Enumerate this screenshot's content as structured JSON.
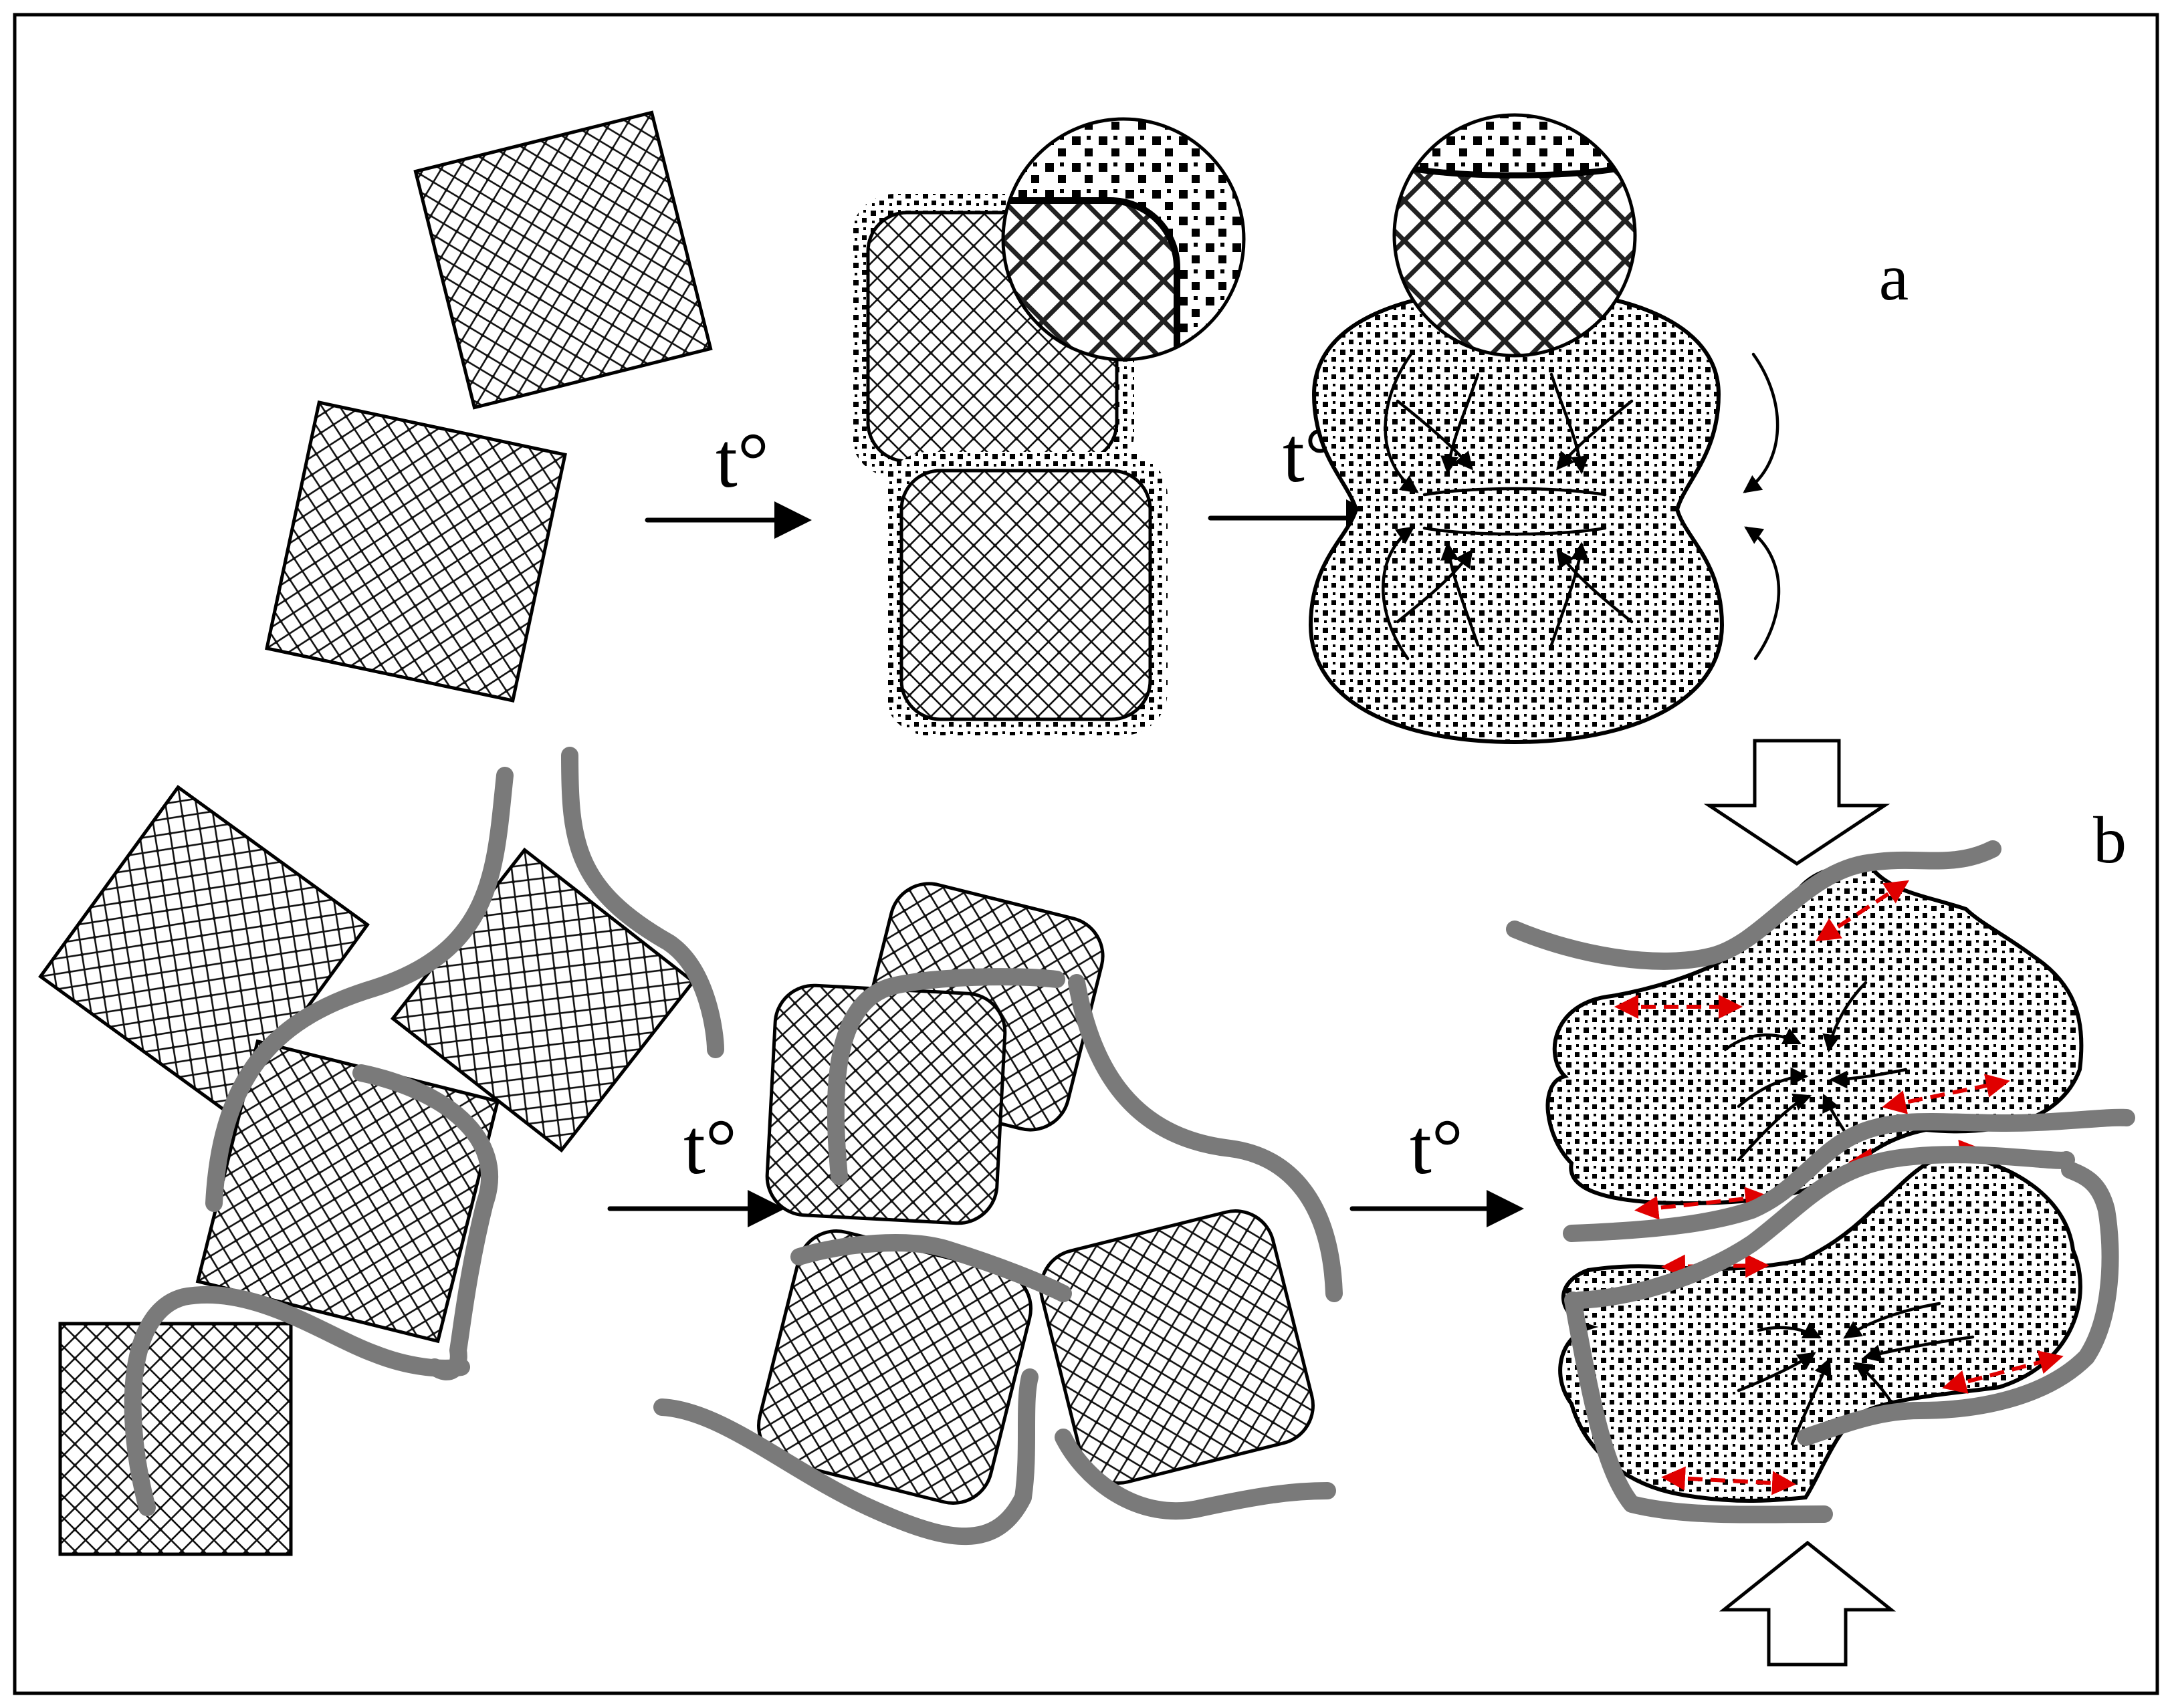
{
  "panel_a": {
    "label": "a",
    "arrow_label_1": "t°",
    "arrow_label_2": "t°"
  },
  "panel_b": {
    "label": "b",
    "arrow_label_1": "t°",
    "arrow_label_2": "t°"
  },
  "colors": {
    "particle_outline": "#000000",
    "binder": "#7a7a7a",
    "stress_arrows": "#e00000",
    "frame": "#000000"
  }
}
